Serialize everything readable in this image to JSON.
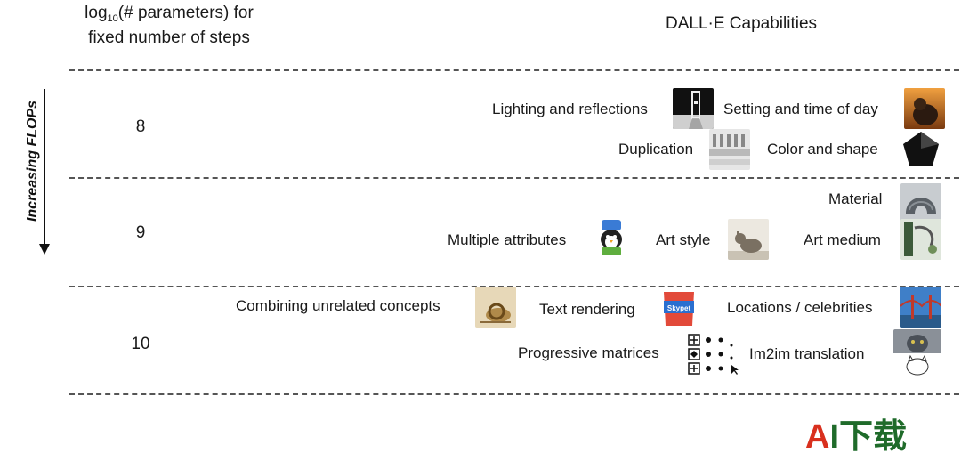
{
  "header": {
    "left_prefix": "log",
    "left_sub": "10",
    "left_rest": "(# parameters) for",
    "left_line2": "fixed number of steps",
    "right": "DALL·E Capabilities"
  },
  "axis_label": "Increasing FLOPs",
  "levels": [
    "8",
    "9",
    "10"
  ],
  "capabilities": {
    "lighting": "Lighting and reflections",
    "setting": "Setting and time of day",
    "duplication": "Duplication",
    "color_shape": "Color and shape",
    "material": "Material",
    "multiple_attributes": "Multiple attributes",
    "art_style": "Art style",
    "art_medium": "Art medium",
    "combining": "Combining unrelated concepts",
    "text_rendering": "Text rendering",
    "locations": "Locations / celebrities",
    "progressive": "Progressive matrices",
    "im2im": "Im2im translation"
  },
  "thumb_text": {
    "chip_bag": "Skypet"
  },
  "watermark": {
    "a": "A",
    "rest": "I下载"
  },
  "colors": {
    "rule": "#555555",
    "watermark_red": "#d9301e",
    "watermark_green": "#1f6b2a"
  }
}
